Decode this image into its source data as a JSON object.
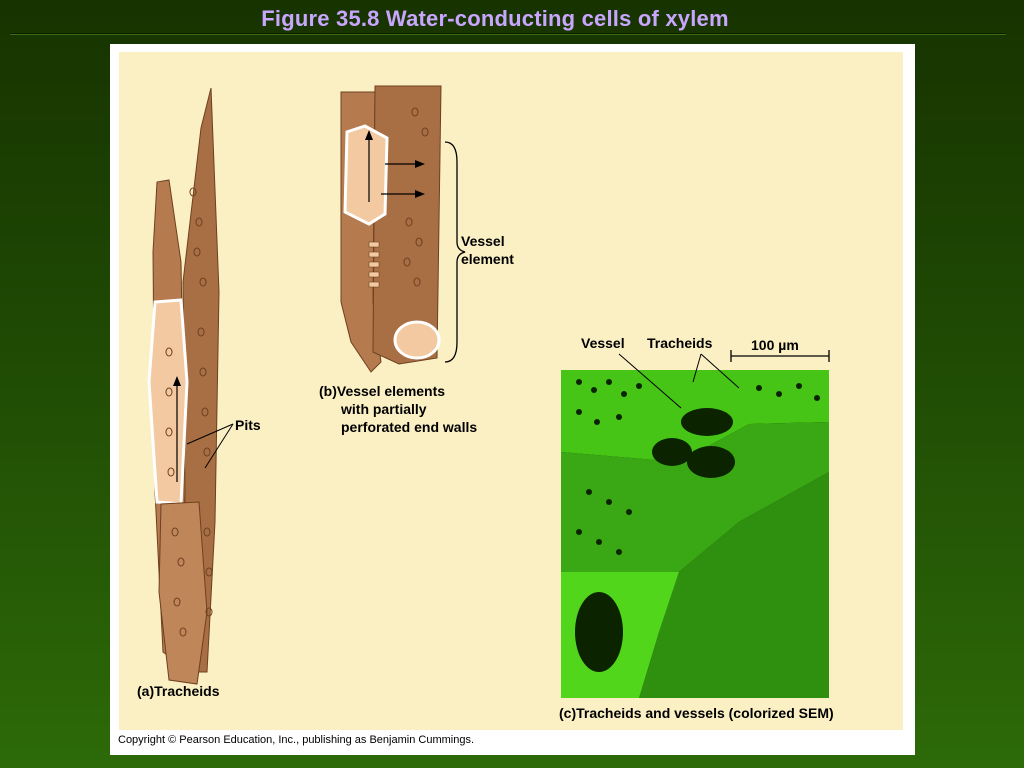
{
  "slide": {
    "title": "Figure 35.8  Water-conducting cells of xylem"
  },
  "labels": {
    "pits": "Pits",
    "caption_a": "(a)Tracheids",
    "caption_b_1": "(b)Vessel elements",
    "caption_b_2": "with partially",
    "caption_b_3": "perforated end walls",
    "vessel_element_1": "Vessel",
    "vessel_element_2": "element",
    "sem_vessel": "Vessel",
    "sem_tracheids": "Tracheids",
    "scale_bar": "100 µm",
    "caption_c": "(c)Tracheids and vessels (colorized SEM)",
    "copyright": "Copyright © Pearson Education, Inc., publishing as Benjamin Cummings."
  },
  "colors": {
    "cell_wall": "#b57b4f",
    "cell_wall_dark": "#7a4a26",
    "cell_interior": "#f2c9a0",
    "panel_bg": "#fbf0c4",
    "sem_green": "#4fd81a",
    "sem_dark": "#0c2300",
    "title_color": "#c8a6ff"
  }
}
